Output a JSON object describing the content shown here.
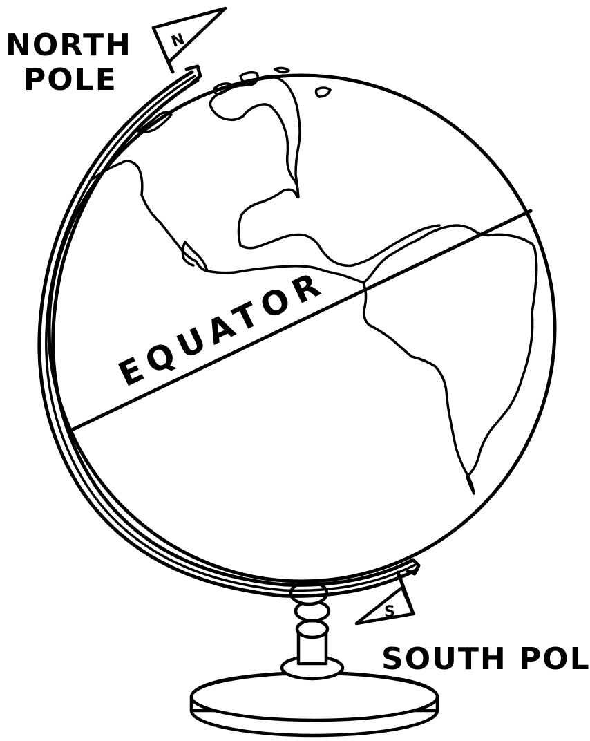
{
  "labels": {
    "north_pole_line1": "NORTH",
    "north_pole_line2": "POLE",
    "south_pole": "SOUTH POLE",
    "equator": "EQUATOR",
    "north_flag": "N",
    "south_flag": "S"
  }
}
